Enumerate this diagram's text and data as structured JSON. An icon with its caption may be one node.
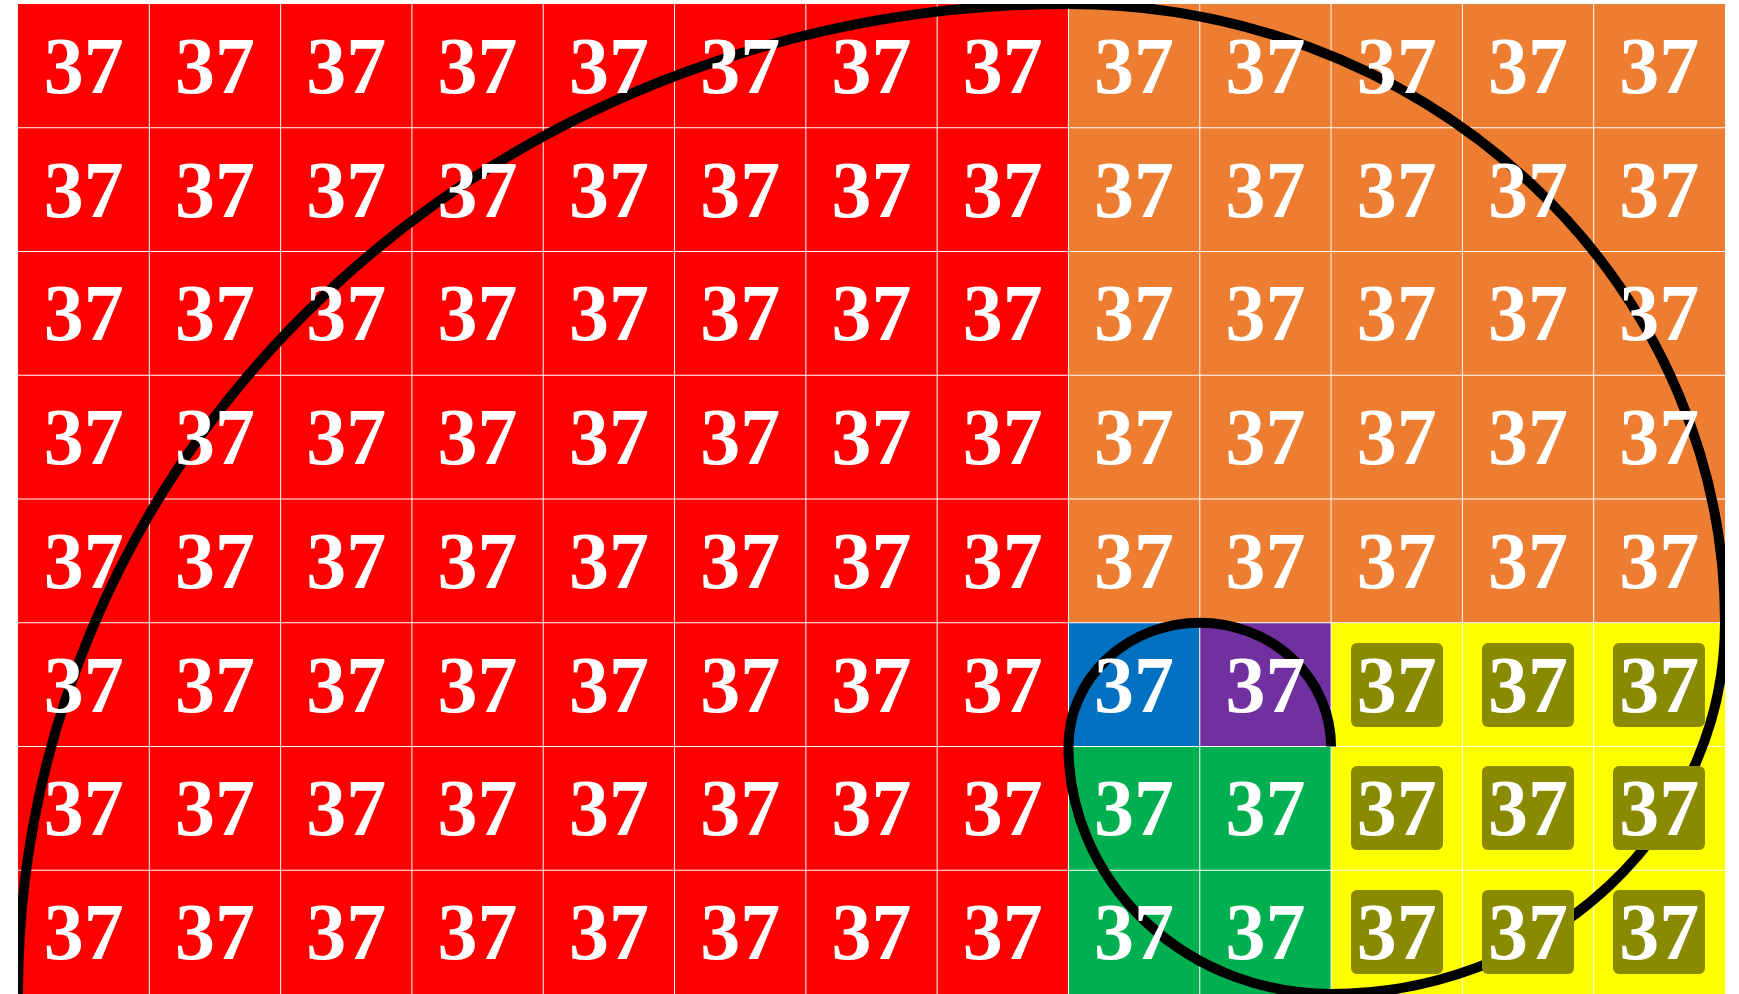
{
  "diagram": {
    "labels": [
      "37",
      "37",
      "37",
      "37",
      "37",
      "37",
      "37",
      "37",
      "37",
      "37",
      "37",
      "37",
      "37",
      "37",
      "37",
      "37",
      "37",
      "37",
      "37",
      "37",
      "37",
      "37",
      "37",
      "37",
      "37",
      "37",
      "37",
      "37",
      "37",
      "37",
      "37",
      "37",
      "37",
      "37",
      "37",
      "37",
      "37",
      "37",
      "37",
      "37",
      "37",
      "37",
      "37",
      "37",
      "37",
      "37",
      "37",
      "37",
      "37",
      "37",
      "37",
      "37",
      "37",
      "37",
      "37",
      "37",
      "37",
      "37",
      "37",
      "37",
      "37",
      "37",
      "37",
      "37",
      "37",
      "37",
      "37",
      "37",
      "37",
      "37",
      "37",
      "37",
      "37",
      "37",
      "37",
      "37",
      "37",
      "37",
      "37",
      "37",
      "37",
      "37",
      "37",
      "37",
      "37",
      "37",
      "37",
      "37",
      "37",
      "37",
      "37",
      "37",
      "37",
      "37",
      "37",
      "37",
      "37",
      "37",
      "37",
      "37",
      "37",
      "37",
      "37",
      "37"
    ]
  }
}
